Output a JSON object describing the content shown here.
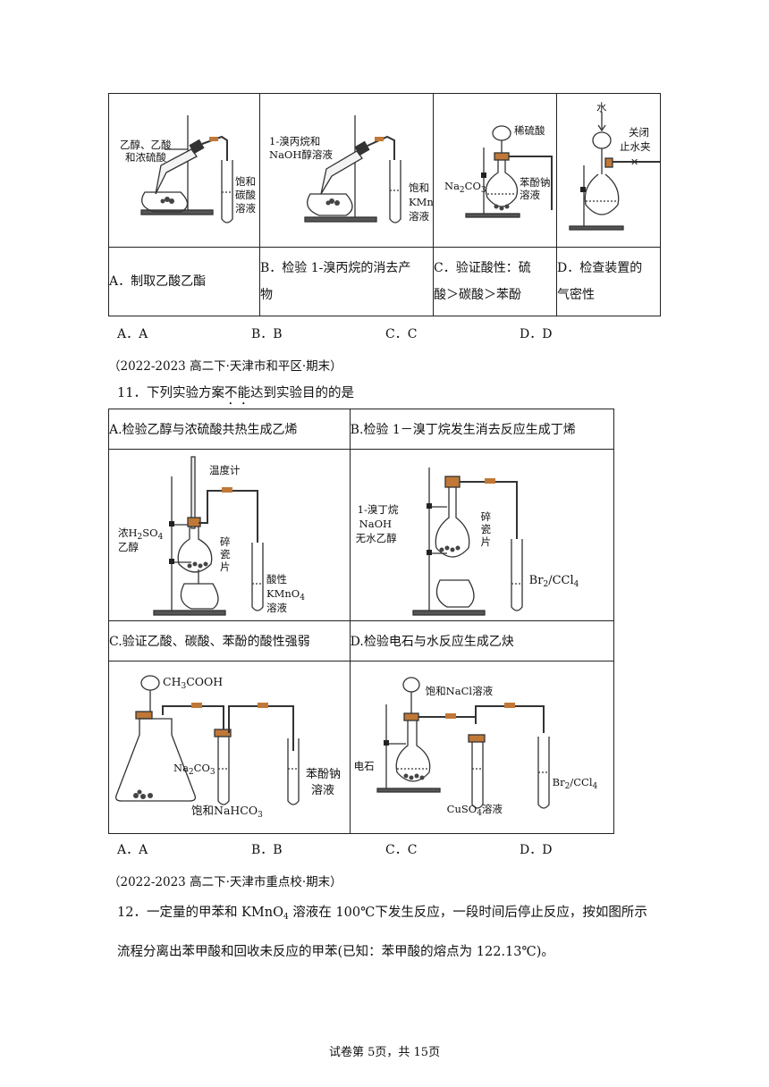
{
  "q10": {
    "labels": {
      "a_l1": "乙醇、乙酸",
      "a_l2": "和浓硫酸",
      "a_r1": "饱和",
      "a_r2": "碳酸",
      "a_r3": "溶液",
      "b_l1": "1-溴丙烷和",
      "b_l2": "NaOH醇溶液",
      "b_r1": "饱和",
      "b_r2": "KMn",
      "b_r3": "溶液",
      "c_acid": "稀硫酸",
      "c_na": "Na",
      "c_na_sub": "2",
      "c_co": "CO",
      "c_co_sub": "3",
      "c_ph1": "苯酚钠",
      "c_ph2": "溶液",
      "d_water": "水",
      "d_close1": "关闭",
      "d_close2": "止水夹"
    },
    "captions": {
      "a": "A．制取乙酸乙酯",
      "b1": "B．检验 1-溴丙烷的消去产",
      "b2": "物",
      "c1": "C．验证酸性：硫",
      "c2": "酸＞碳酸＞苯酚",
      "d1": "D．检查装置的",
      "d2": "气密性"
    },
    "options": [
      "A．A",
      "B．B",
      "C．C",
      "D．D"
    ]
  },
  "q11": {
    "source": "（2022-2023 高二下·天津市和平区·期末）",
    "number": "11．",
    "stem_pre": "下列实验方案",
    "stem_emph": "不能",
    "stem_post": "达到实验目的的是",
    "headers": {
      "a": "A.检验乙醇与浓硫酸共热生成乙烯",
      "b": "B.检验 1－溴丁烷发生消去反应生成丁烯",
      "c": "C.验证乙酸、碳酸、苯酚的酸性强弱",
      "d": "D.检验电石与水反应生成乙炔"
    },
    "labels": {
      "a_thermo": "温度计",
      "a_h2so4_pre": "浓H",
      "a_h2so4_sub1": "2",
      "a_h2so4_mid": "SO",
      "a_h2so4_sub2": "4",
      "a_ethanol": "乙醇",
      "a_chip1": "碎",
      "a_chip2": "瓷",
      "a_chip3": "片",
      "a_kmno_1": "酸性",
      "a_kmno_2": "KMnO",
      "a_kmno_sub": "4",
      "a_kmno_3": "溶液",
      "b_l1": "1-溴丁烷",
      "b_l2": "NaOH",
      "b_l3": "无水乙醇",
      "b_chip1": "碎",
      "b_chip2": "瓷",
      "b_chip3": "片",
      "b_br": "Br",
      "b_br_sub": "2",
      "b_ccl": "/CCl",
      "b_ccl_sub": "4",
      "c_acid": "CH",
      "c_acid_sub": "3",
      "c_acid_post": "COOH",
      "c_na": "Na",
      "c_na_sub": "2",
      "c_co": "CO",
      "c_co_sub": "3",
      "c_ph1": "苯酚钠",
      "c_ph2": "溶液",
      "c_hco_pre": "饱和NaHCO",
      "c_hco_sub": "3",
      "d_nacl": "饱和NaCl溶液",
      "d_stone": "电石",
      "d_cuso": "CuSO",
      "d_cuso_sub": "4",
      "d_cuso_post": "溶液",
      "d_br": "Br",
      "d_br_sub": "2",
      "d_ccl": "/CCl",
      "d_ccl_sub": "4"
    },
    "options": [
      "A．A",
      "B．B",
      "C．C",
      "D．D"
    ]
  },
  "q12": {
    "source": "（2022-2023 高二下·天津市重点校·期末）",
    "line1_pre": "12．一定量的甲苯和 KMnO",
    "line1_sub": "4",
    "line1_post": " 溶液在 100℃下发生反应，一段时间后停止反应，按如图所示",
    "line2": "流程分离出苯甲酸和回收未反应的甲苯(已知：苯甲酸的熔点为 122.13℃)。"
  },
  "footer": "试卷第 5页，共 15页"
}
